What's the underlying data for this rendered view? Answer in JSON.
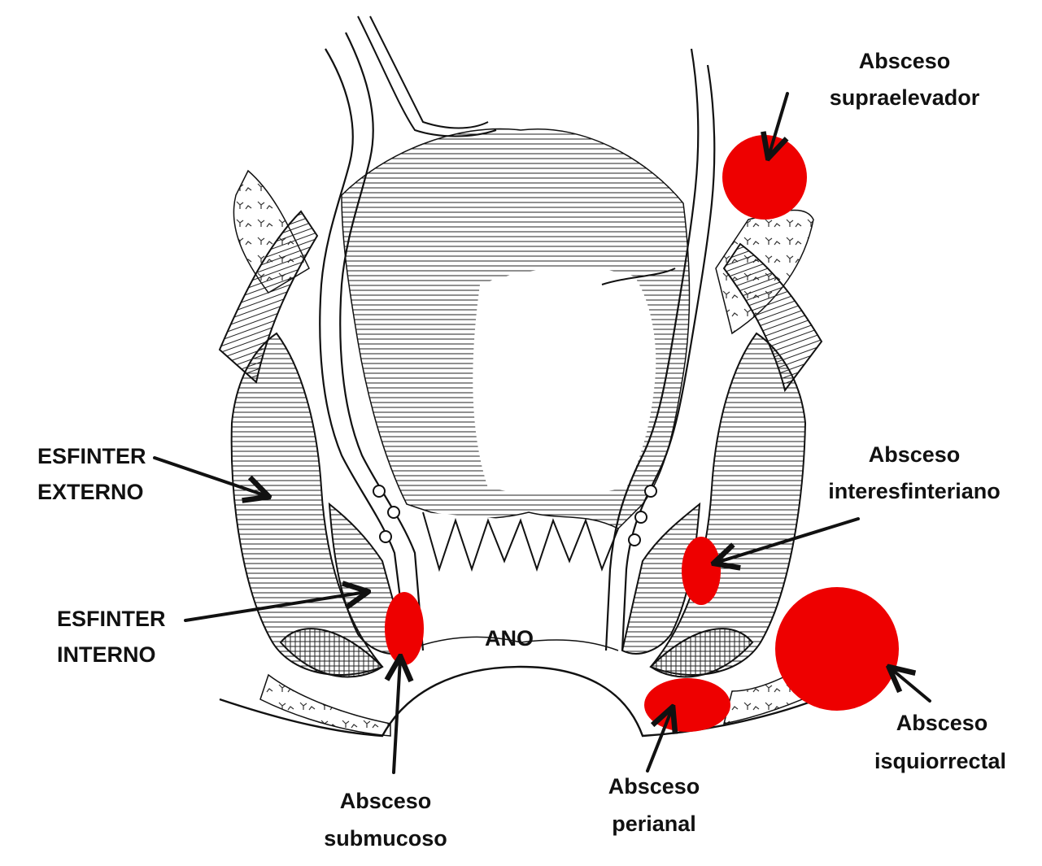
{
  "labels": {
    "esfinter_externo": [
      "ESFINTER",
      "EXTERNO"
    ],
    "esfinter_interno": [
      "ESFINTER",
      "INTERNO"
    ],
    "ano": "ANO",
    "supraelevador": [
      "Absceso",
      "supraelevador"
    ],
    "interesfinteriano": [
      "Absceso",
      "interesfinteriano"
    ],
    "isquiorrectal": [
      "Absceso",
      "isquiorrectal"
    ],
    "submucoso": [
      "Absceso",
      "submucoso"
    ],
    "perianal": [
      "Absceso",
      "perianal"
    ]
  },
  "colors": {
    "abscess": "#ee0000",
    "ink": "#111111",
    "background": "#ffffff"
  }
}
